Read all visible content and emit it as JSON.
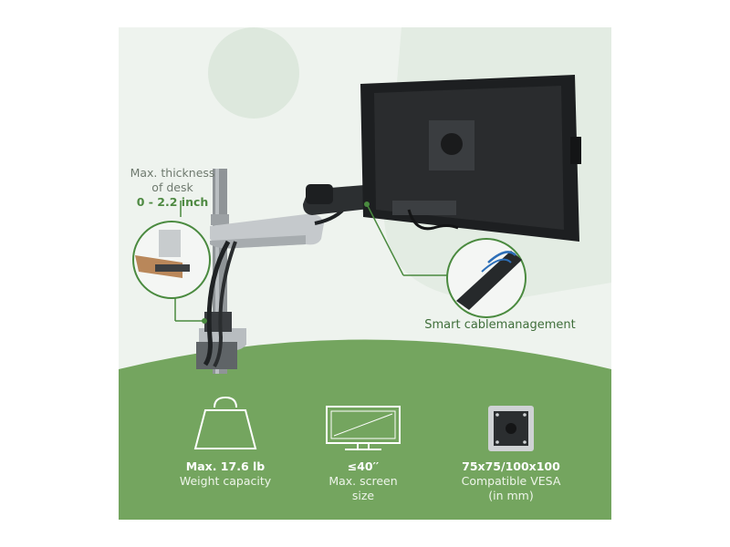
{
  "desk": {
    "line1": "Max. thickness",
    "line2": "of desk",
    "range": "0 - 2.2 inch"
  },
  "cable": {
    "label": "Smart cablemanagement"
  },
  "features": [
    {
      "icon": "weight-icon",
      "value": "Max. 17.6 lb",
      "desc1": "Weight capacity",
      "desc2": ""
    },
    {
      "icon": "screen-size-icon",
      "value": "≤40′′",
      "desc1": "Max. screen",
      "desc2": "size"
    },
    {
      "icon": "vesa-plate-icon",
      "value": "75x75/100x100",
      "desc1": "Compatible VESA",
      "desc2": "(in mm)"
    }
  ],
  "colors": {
    "panel_bg": "#eef3ee",
    "green": "#74a55f",
    "accent_text": "#3f6e3a"
  }
}
